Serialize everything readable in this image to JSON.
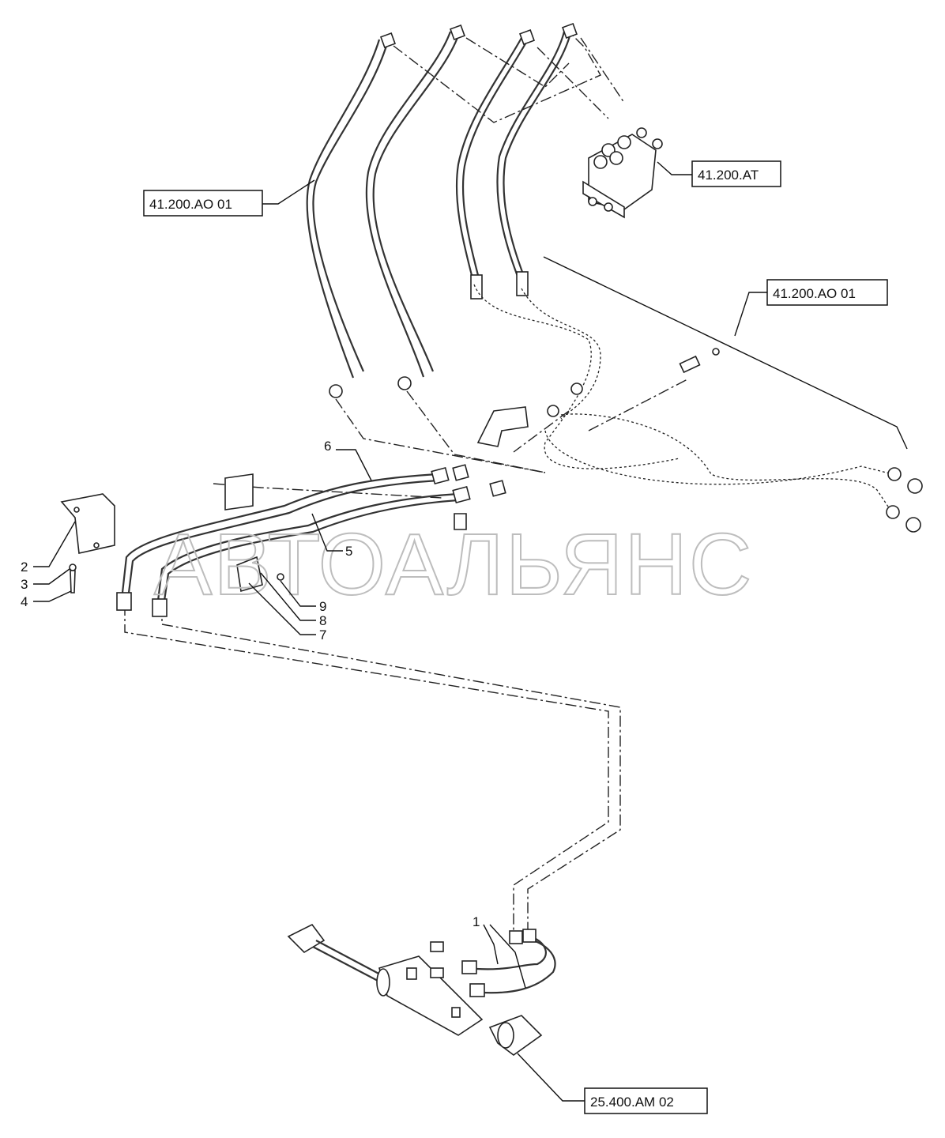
{
  "watermark": "АВТОАЛЬЯНС",
  "refs": {
    "hoses_left": "41.200.AO 01",
    "steering_unit": "41.200.AT",
    "hoses_right": "41.200.AO 01",
    "cylinder": "25.400.AM 02"
  },
  "callouts": [
    "1",
    "2",
    "3",
    "4",
    "5",
    "6",
    "7",
    "8",
    "9"
  ]
}
